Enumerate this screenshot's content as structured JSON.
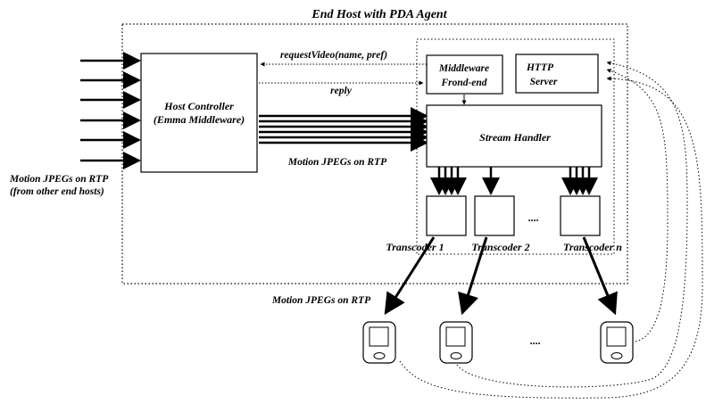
{
  "title": "End Host with PDA Agent",
  "boxes": {
    "host_controller": [
      "Host Controller",
      "(Emma Middleware)"
    ],
    "middleware_frontend": [
      "Middleware",
      "Frond-end"
    ],
    "http_server": [
      "HTTP",
      "Server"
    ],
    "stream_handler": "Stream Handler"
  },
  "transcoders": [
    "Transcoder 1",
    "Transcoder 2",
    "Transcoder n"
  ],
  "ellipsis": "....",
  "labels": {
    "request": "requestVideo(name, pref)",
    "reply": "reply",
    "motion_inside": "Motion JPEGs on RTP",
    "motion_input": [
      "Motion JPEGs on RTP",
      "(from other end hosts)"
    ],
    "motion_pda": "Motion JPEGs on RTP"
  },
  "colors": {
    "stroke": "#000000",
    "background": "#ffffff"
  }
}
